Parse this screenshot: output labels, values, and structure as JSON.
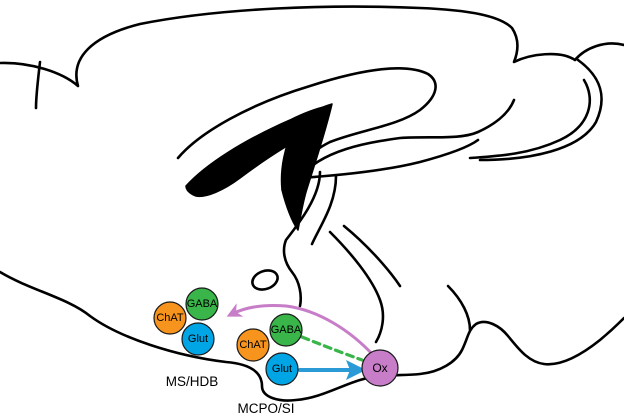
{
  "regions": {
    "ms_hdb": "MS/HDB",
    "mcpo_si": "MCPO/SI"
  },
  "nodes": {
    "chat_1": "ChAT",
    "gaba_1": "GABA",
    "glut_1": "Glut",
    "chat_2": "ChAT",
    "gaba_2": "GABA",
    "glut_2": "Glut",
    "ox": "Ox"
  },
  "colors": {
    "chat": "#f7941d",
    "gaba": "#39b54a",
    "glut": "#00a5e6",
    "ox": "#c77dc7",
    "arrow_ox_to_ms": "#c77dc7",
    "arrow_glut_to_ox": "#2a9bd6",
    "dashed_gaba_ox": "#39b54a"
  }
}
